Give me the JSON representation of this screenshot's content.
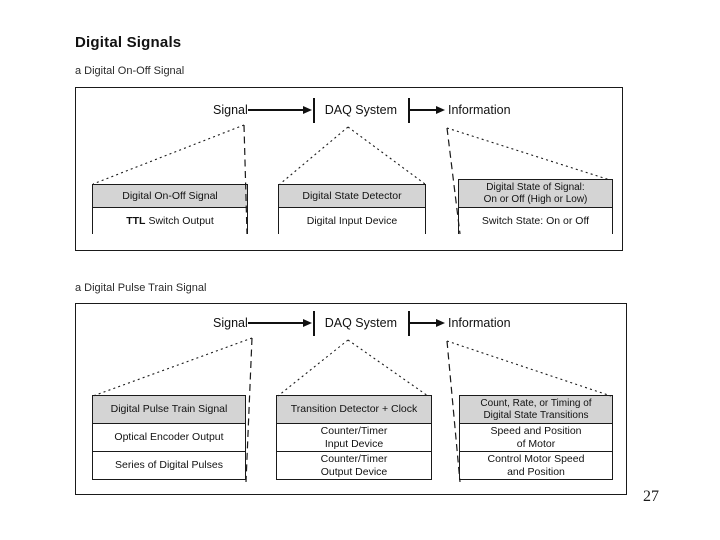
{
  "slide": {
    "title": "Digital Signals",
    "page_number": "27"
  },
  "flow": {
    "source": "Signal",
    "system": "DAQ System",
    "result": "Information"
  },
  "colors": {
    "header_fill": "#d4d4d4",
    "line": "#1a1a1a"
  },
  "diagram_on_off": {
    "label": "a Digital On-Off Signal",
    "columns": [
      {
        "header": "Digital On-Off Signal",
        "rows": [
          {
            "bold": "TTL",
            "text": "Switch Output"
          }
        ]
      },
      {
        "header": "Digital State Detector",
        "rows": [
          {
            "text": "Digital Input Device"
          }
        ]
      },
      {
        "header": "Digital State of Signal:\nOn or Off (High or Low)",
        "rows": [
          {
            "text": "Switch State: On or Off"
          }
        ]
      }
    ]
  },
  "diagram_pulse_train": {
    "label": "a Digital Pulse Train Signal",
    "columns": [
      {
        "header": "Digital Pulse Train Signal",
        "rows": [
          {
            "text": "Optical Encoder Output"
          },
          {
            "text": "Series of Digital Pulses"
          }
        ]
      },
      {
        "header": "Transition Detector + Clock",
        "rows": [
          {
            "text": "Counter/Timer\nInput Device"
          },
          {
            "text": "Counter/Timer\nOutput Device"
          }
        ]
      },
      {
        "header": "Count, Rate, or Timing of\nDigital State Transitions",
        "rows": [
          {
            "text": "Speed and Position\nof Motor"
          },
          {
            "text": "Control Motor Speed\nand Position"
          }
        ]
      }
    ]
  }
}
